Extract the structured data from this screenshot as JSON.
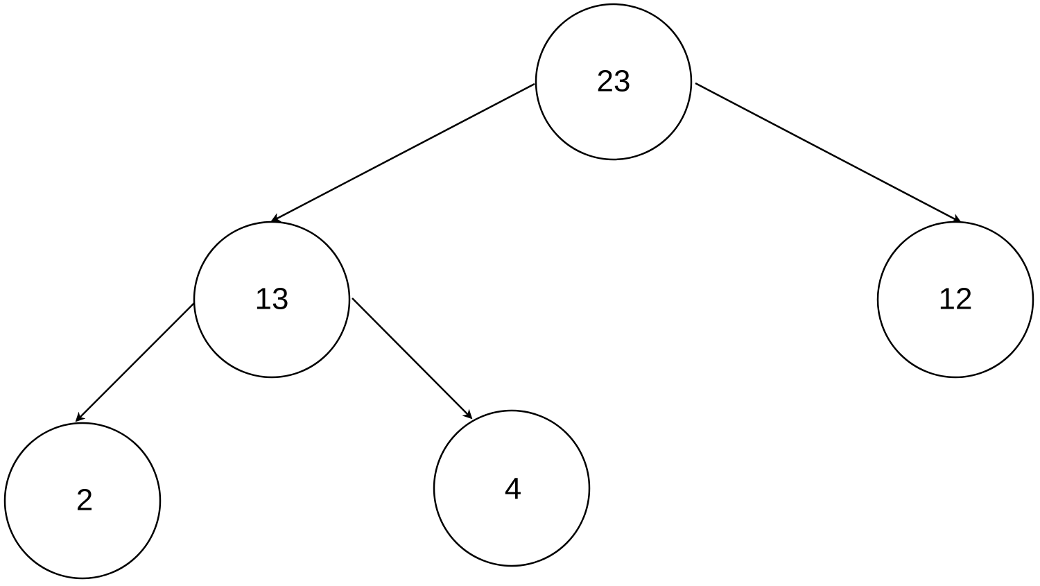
{
  "diagram": {
    "type": "tree",
    "nodes": [
      {
        "id": "n23",
        "label": "23"
      },
      {
        "id": "n13",
        "label": "13"
      },
      {
        "id": "n12",
        "label": "12"
      },
      {
        "id": "n2",
        "label": "2"
      },
      {
        "id": "n4",
        "label": "4"
      }
    ],
    "edges": [
      {
        "from": "n23",
        "to": "n13"
      },
      {
        "from": "n23",
        "to": "n12"
      },
      {
        "from": "n13",
        "to": "n2"
      },
      {
        "from": "n13",
        "to": "n4"
      }
    ]
  },
  "colors": {
    "stroke": "#000000",
    "fill": "#ffffff"
  }
}
